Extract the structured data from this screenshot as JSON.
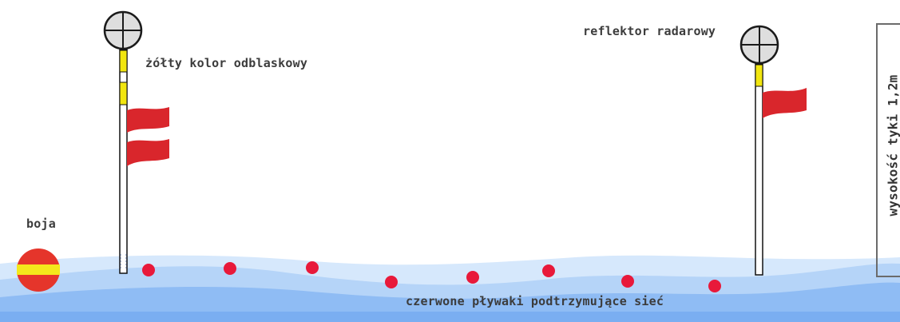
{
  "labels": {
    "reflective_color": "żółty kolor odblaskowy",
    "radar_reflector": "reflektor radarowy",
    "buoy": "boja",
    "floats": "czerwone pływaki podtrzymujące sieć",
    "height": "wysokość tyki 1,2m"
  },
  "colors": {
    "water_light": "#cfe4fb",
    "water_mid": "#a9cdf7",
    "water_deep": "#7fb2f2",
    "flag_red": "#d9262c",
    "float_red": "#e8193a",
    "reflective_yellow": "#f2e60f",
    "reflector_gray": "#dedede",
    "buoy_red": "#e5352b",
    "buoy_yellow": "#f4e81c"
  },
  "icons": {
    "reflector": "radar-reflector-icon",
    "buoy": "buoy-icon",
    "flag": "red-flag-icon",
    "float": "float-icon"
  }
}
